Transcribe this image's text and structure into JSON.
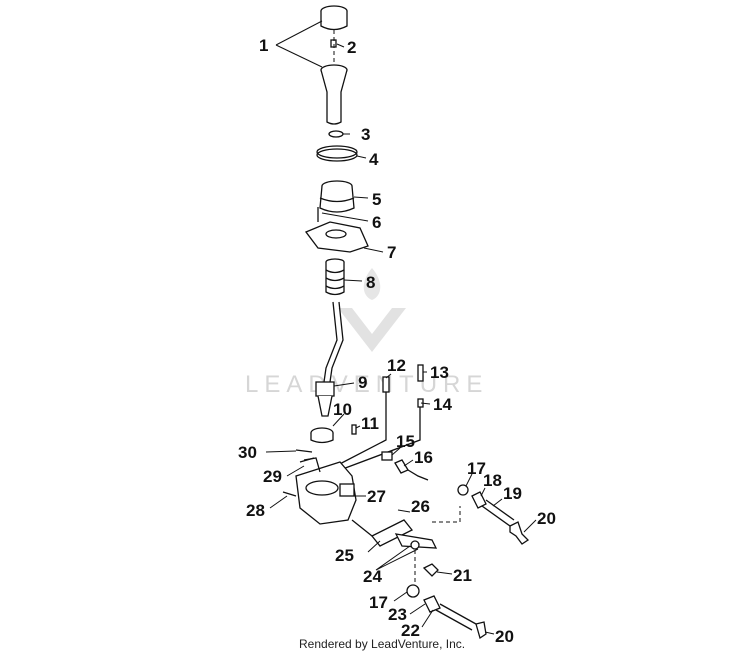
{
  "watermark": {
    "text": "LEADVENTURE"
  },
  "footer": {
    "credit": "Rendered by LeadVenture, Inc."
  },
  "callouts": [
    {
      "id": "c1",
      "text": "1"
    },
    {
      "id": "c2",
      "text": "2"
    },
    {
      "id": "c3",
      "text": "3"
    },
    {
      "id": "c4",
      "text": "4"
    },
    {
      "id": "c5",
      "text": "5"
    },
    {
      "id": "c6",
      "text": "6"
    },
    {
      "id": "c7",
      "text": "7"
    },
    {
      "id": "c8",
      "text": "8"
    },
    {
      "id": "c9",
      "text": "9"
    },
    {
      "id": "c10",
      "text": "10"
    },
    {
      "id": "c11",
      "text": "11"
    },
    {
      "id": "c12",
      "text": "12"
    },
    {
      "id": "c13",
      "text": "13"
    },
    {
      "id": "c14",
      "text": "14"
    },
    {
      "id": "c15",
      "text": "15"
    },
    {
      "id": "c16",
      "text": "16"
    },
    {
      "id": "c17a",
      "text": "17"
    },
    {
      "id": "c18",
      "text": "18"
    },
    {
      "id": "c19",
      "text": "19"
    },
    {
      "id": "c20a",
      "text": "20"
    },
    {
      "id": "c21",
      "text": "21"
    },
    {
      "id": "c22",
      "text": "22"
    },
    {
      "id": "c23",
      "text": "23"
    },
    {
      "id": "c24",
      "text": "24"
    },
    {
      "id": "c25",
      "text": "25"
    },
    {
      "id": "c26",
      "text": "26"
    },
    {
      "id": "c27",
      "text": "27"
    },
    {
      "id": "c28",
      "text": "28"
    },
    {
      "id": "c29",
      "text": "29"
    },
    {
      "id": "c30",
      "text": "30"
    },
    {
      "id": "c17b",
      "text": "17"
    },
    {
      "id": "c20b",
      "text": "20"
    }
  ]
}
